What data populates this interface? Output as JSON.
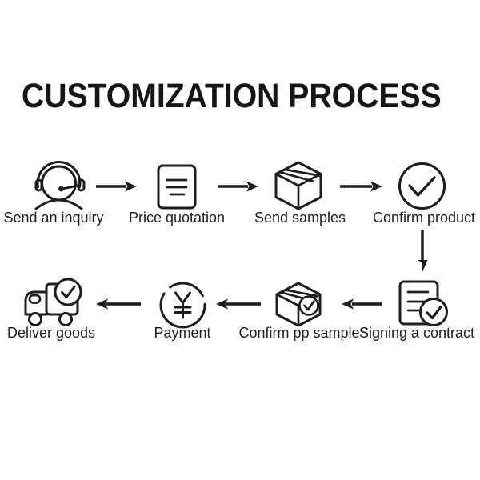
{
  "title": "CUSTOMIZATION PROCESS",
  "colors": {
    "ink": "#1d1d1d",
    "background": "#ffffff"
  },
  "steps": [
    {
      "id": 1,
      "label": "Send an inquiry",
      "icon": "support-agent-headset-icon"
    },
    {
      "id": 2,
      "label": "Price quotation",
      "icon": "quotation-document-icon"
    },
    {
      "id": 3,
      "label": "Send samples",
      "icon": "package-box-icon"
    },
    {
      "id": 4,
      "label": "Confirm product",
      "icon": "check-circle-icon"
    },
    {
      "id": 5,
      "label": "Signing a contract",
      "icon": "contract-check-icon"
    },
    {
      "id": 6,
      "label": "Confirm pp sample",
      "icon": "package-check-icon"
    },
    {
      "id": 7,
      "label": "Payment",
      "icon": "yen-coin-icon"
    },
    {
      "id": 8,
      "label": "Deliver goods",
      "icon": "delivery-truck-check-icon"
    }
  ]
}
